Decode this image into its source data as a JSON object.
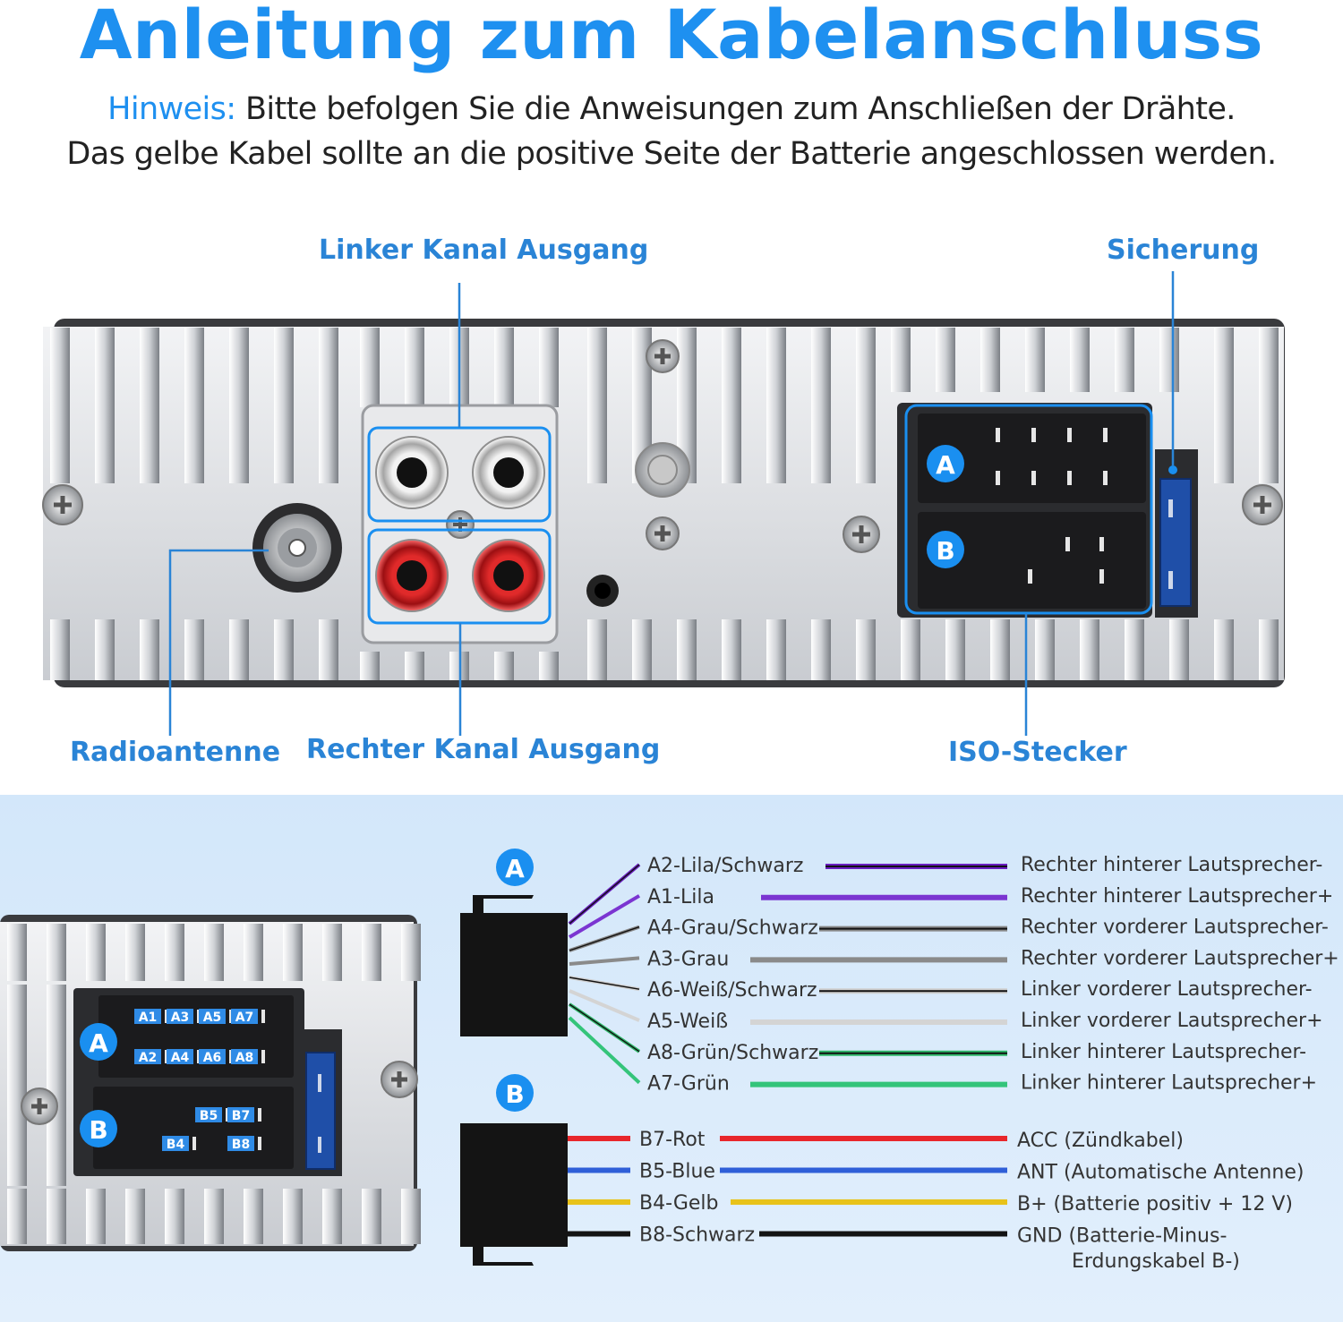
{
  "title": "Anleitung zum Kabelanschluss",
  "note": {
    "prefix": "Hinweis:",
    "line1": " Bitte befolgen Sie die Anweisungen zum Anschließen der Drähte.",
    "line2": "Das gelbe Kabel sollte an die positive Seite der Batterie angeschlossen werden."
  },
  "labels": {
    "left_channel": "Linker Kanal Ausgang",
    "fuse": "Sicherung",
    "antenna": "Radioantenne",
    "right_channel": "Rechter Kanal Ausgang",
    "iso": "ISO-Stecker"
  },
  "connector_a": "A",
  "connector_b": "B",
  "pins_a_top": [
    "A1",
    "A3",
    "A5",
    "A7"
  ],
  "pins_a_bottom": [
    "A2",
    "A4",
    "A6",
    "A8"
  ],
  "pins_b_top": [
    "B5",
    "B7"
  ],
  "pins_b_bottom": [
    "B4",
    "B8"
  ],
  "wires_a": [
    {
      "pin": "A2-Lila/Schwarz",
      "function": "Rechter hinterer Lautsprecher-",
      "color": "#6a1fc0",
      "stripe": "#111111"
    },
    {
      "pin": "A1-Lila",
      "function": "Rechter hinterer Lautsprecher+",
      "color": "#7b35d1",
      "stripe": ""
    },
    {
      "pin": "A4-Grau/Schwarz",
      "function": "Rechter vorderer Lautsprecher-",
      "color": "#888888",
      "stripe": "#111111"
    },
    {
      "pin": "A3-Grau",
      "function": "Rechter vorderer Lautsprecher+",
      "color": "#8a8a8a",
      "stripe": ""
    },
    {
      "pin": "A6-Weiß/Schwarz",
      "function": "Linker vorderer Lautsprecher-",
      "color": "#cfcfcf",
      "stripe": "#111111"
    },
    {
      "pin": "A5-Weiß",
      "function": "Linker vorderer Lautsprecher+",
      "color": "#d4d4d4",
      "stripe": ""
    },
    {
      "pin": "A8-Grün/Schwarz",
      "function": "Linker hinterer Lautsprecher-",
      "color": "#2fb86a",
      "stripe": "#111111"
    },
    {
      "pin": "A7-Grün",
      "function": "Linker hinterer Lautsprecher+",
      "color": "#34c47a",
      "stripe": ""
    }
  ],
  "wires_b": [
    {
      "pin": "B7-Rot",
      "function": "ACC (Zündkabel)",
      "color": "#e8262c"
    },
    {
      "pin": "B5-Blue",
      "function": "ANT (Automatische Antenne)",
      "color": "#2f5fd8"
    },
    {
      "pin": "B4-Gelb",
      "function": "B+ (Batterie positiv + 12 V)",
      "color": "#e8c21a"
    },
    {
      "pin": "B8-Schwarz",
      "function": "GND (Batterie-Minus-",
      "color": "#141414"
    }
  ],
  "gnd_line2": "Erdungskabel B-)",
  "colors": {
    "accent": "#1e90f0",
    "label": "#2a84d6",
    "highlight": "#1a8ff0"
  }
}
